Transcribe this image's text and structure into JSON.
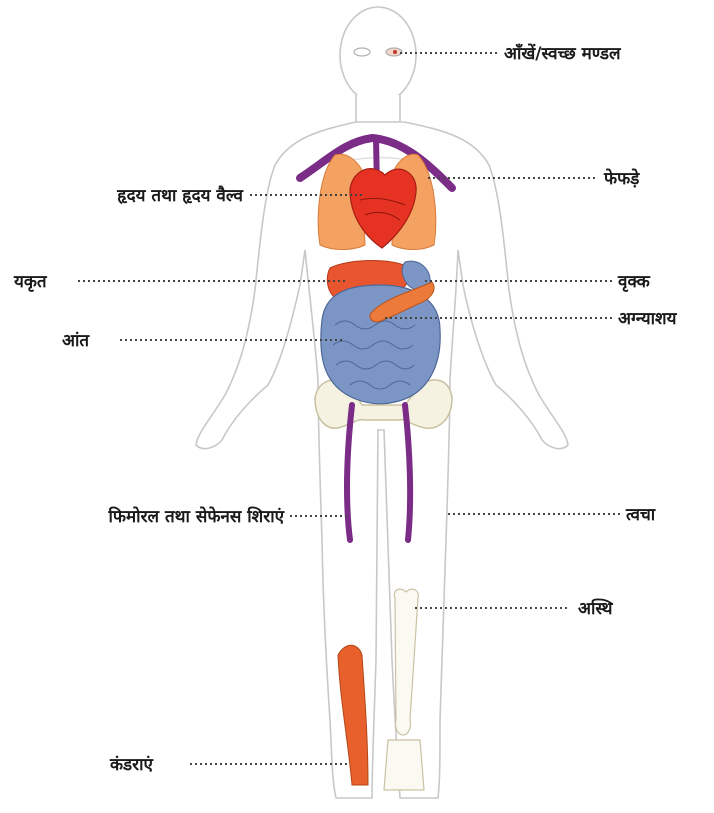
{
  "labels": {
    "eyes": "आँखें/स्वच्छ मण्डल",
    "heart": "हृदय तथा हृदय वैल्व",
    "lungs": "फेफड़े",
    "liver": "यकृत",
    "kidney": "वृक्क",
    "pancreas": "अग्न्याशय",
    "intestine": "आंत",
    "veins": "फिमोरल तथा सेफेनस शिराएं",
    "skin": "त्वचा",
    "bone": "अस्थि",
    "tendons": "कंडराएं"
  },
  "colors": {
    "lungs": "#f4a261",
    "heart": "#e63222",
    "liver": "#e8552e",
    "intestine": "#7b96c4",
    "vessels": "#7a2c86",
    "tendon": "#e8602c",
    "bone": "#fbfaf2",
    "outline": "#c8c8c8"
  }
}
